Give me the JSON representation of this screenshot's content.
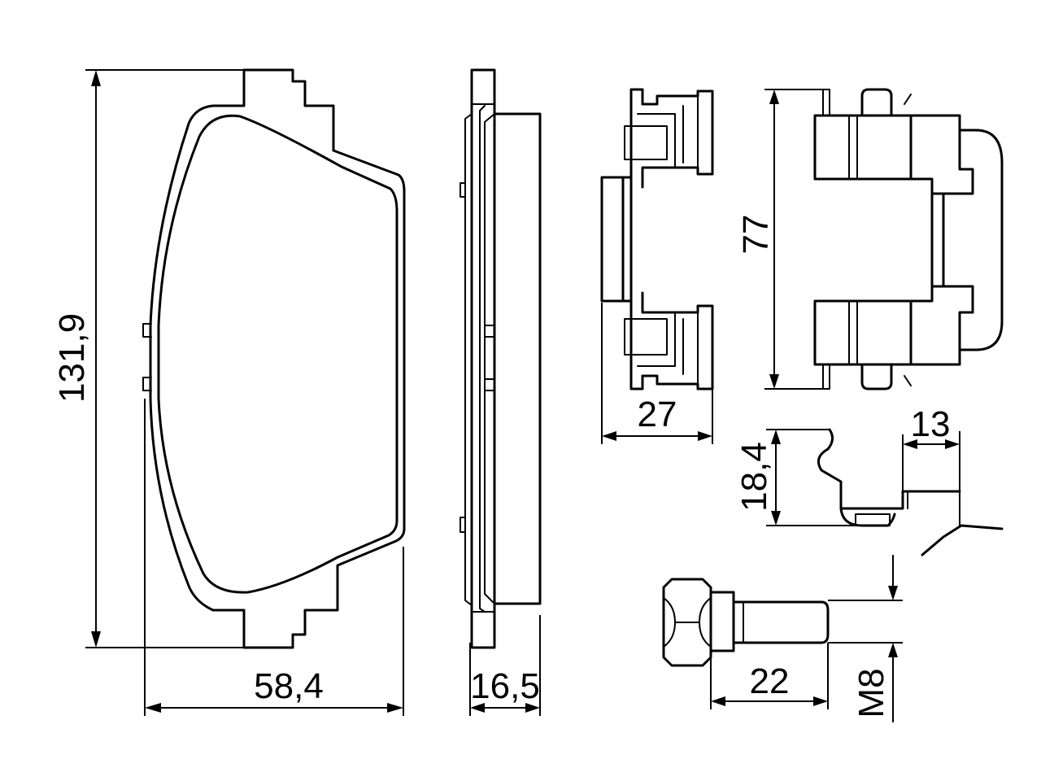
{
  "dimensions": {
    "pad_height": "131,9",
    "pad_width": "58,4",
    "pad_thickness": "16,5",
    "clip_side_width": "27",
    "clip_height": "77",
    "clip_profile_height": "18,4",
    "clip_profile_width": "13",
    "bolt_length": "22",
    "bolt_thread": "M8"
  }
}
